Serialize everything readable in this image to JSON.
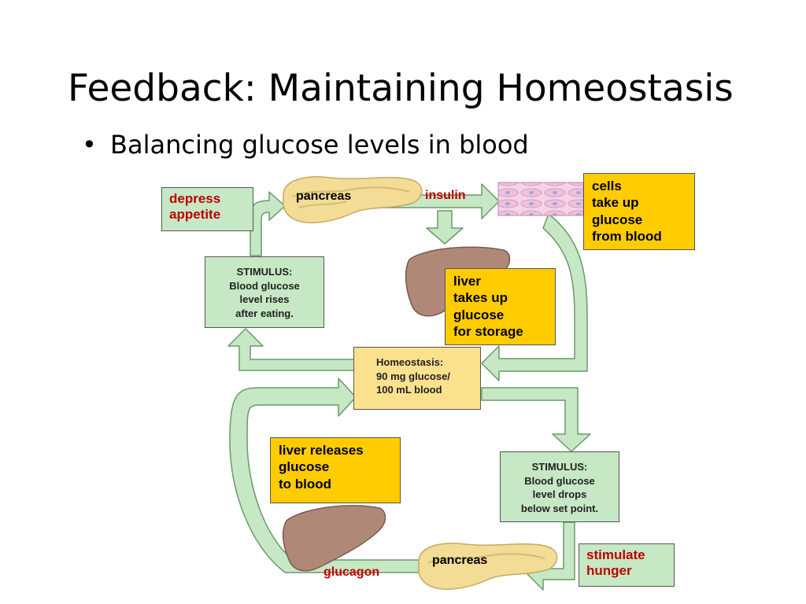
{
  "slide": {
    "title": "Feedback: Maintaining Homeostasis",
    "bullet": "Balancing glucose levels in blood"
  },
  "diagram": {
    "depress_appetite": [
      "depress",
      "appetite"
    ],
    "pancreas_top": "pancreas",
    "insulin": "insulin",
    "cells_take_up": [
      "cells",
      "take up",
      "glucose",
      "from blood"
    ],
    "liver_takes_up": [
      "liver",
      "takes up",
      "glucose",
      "for storage"
    ],
    "stimulus_rise": [
      "STIMULUS:",
      "Blood glucose",
      "level rises",
      "after eating."
    ],
    "homeostasis": [
      "Homeostasis:",
      "90 mg glucose/",
      "100 mL blood"
    ],
    "liver_releases": [
      "liver releases",
      "glucose",
      "to blood"
    ],
    "stimulus_drop": [
      "STIMULUS:",
      "Blood glucose",
      "level drops",
      "below set point."
    ],
    "pancreas_bottom": "pancreas",
    "glucagon": "glucagon",
    "stimulate_hunger": [
      "stimulate",
      "hunger"
    ]
  },
  "colors": {
    "red_label": "#c00000",
    "green_box": "#c6e8c4",
    "yellow_box": "#ffcc00",
    "homeostasis_box": "#fbe18e",
    "arrow_fill": "#c6e8c4",
    "liver": "#b08878",
    "pancreas": "#f2dc96"
  }
}
